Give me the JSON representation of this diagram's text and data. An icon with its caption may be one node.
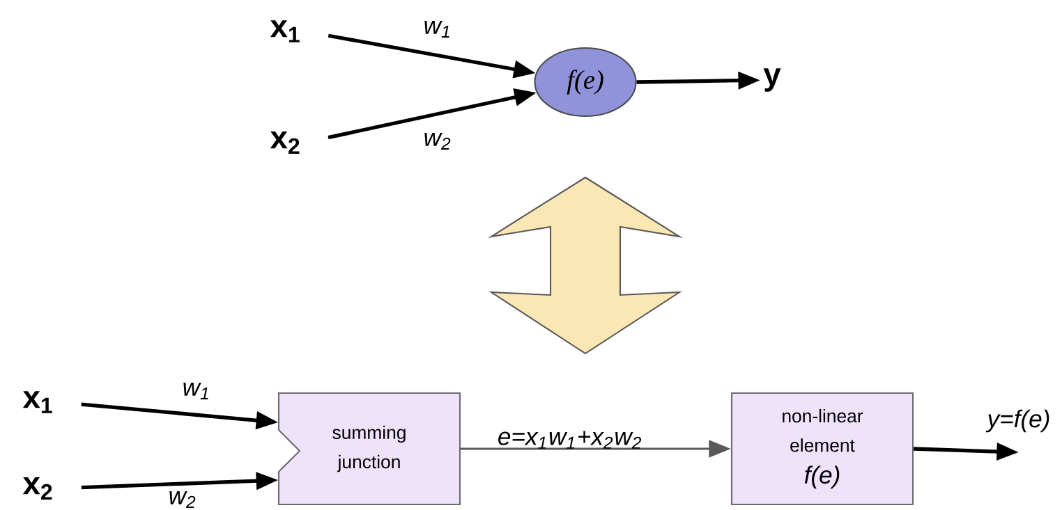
{
  "diagram": {
    "nodes": [
      {
        "text": [
          "x$_{1}$"
        ]
      },
      {
        "text": [
          "x$_{2}$"
        ]
      },
      {
        "text": [
          "f(e)"
        ]
      },
      {
        "text": [
          "y"
        ]
      },
      {
        "text": [
          "x$_{1}$"
        ]
      },
      {
        "text": [
          "x$_{2}$"
        ]
      },
      {
        "text": [
          "summing junction"
        ]
      },
      {
        "text": [
          "non-linear element",
          "f(e)"
        ]
      }
    ],
    "edges": [
      {
        "from": 0,
        "to": 2,
        "arrow": "to",
        "label": "w$_{1}$"
      },
      {
        "from": 1,
        "to": 2,
        "arrow": "to",
        "label": "w$_{2}$"
      },
      {
        "from": 2,
        "to": 3,
        "arrow": "to"
      },
      {
        "from": 4,
        "to": 6,
        "arrow": "to",
        "label": "w$_{1}$"
      },
      {
        "from": 5,
        "to": 6,
        "arrow": "to",
        "label": "w$_{2}$"
      },
      {
        "from": 6,
        "to": 7,
        "arrow": "to",
        "label": "e=x$_{1}$w$_{1}$+x$_{2}$w$_{2}$"
      },
      {
        "from": 7,
        "to": null,
        "arrow": "to",
        "label": "y=f(e)"
      }
    ]
  }
}
